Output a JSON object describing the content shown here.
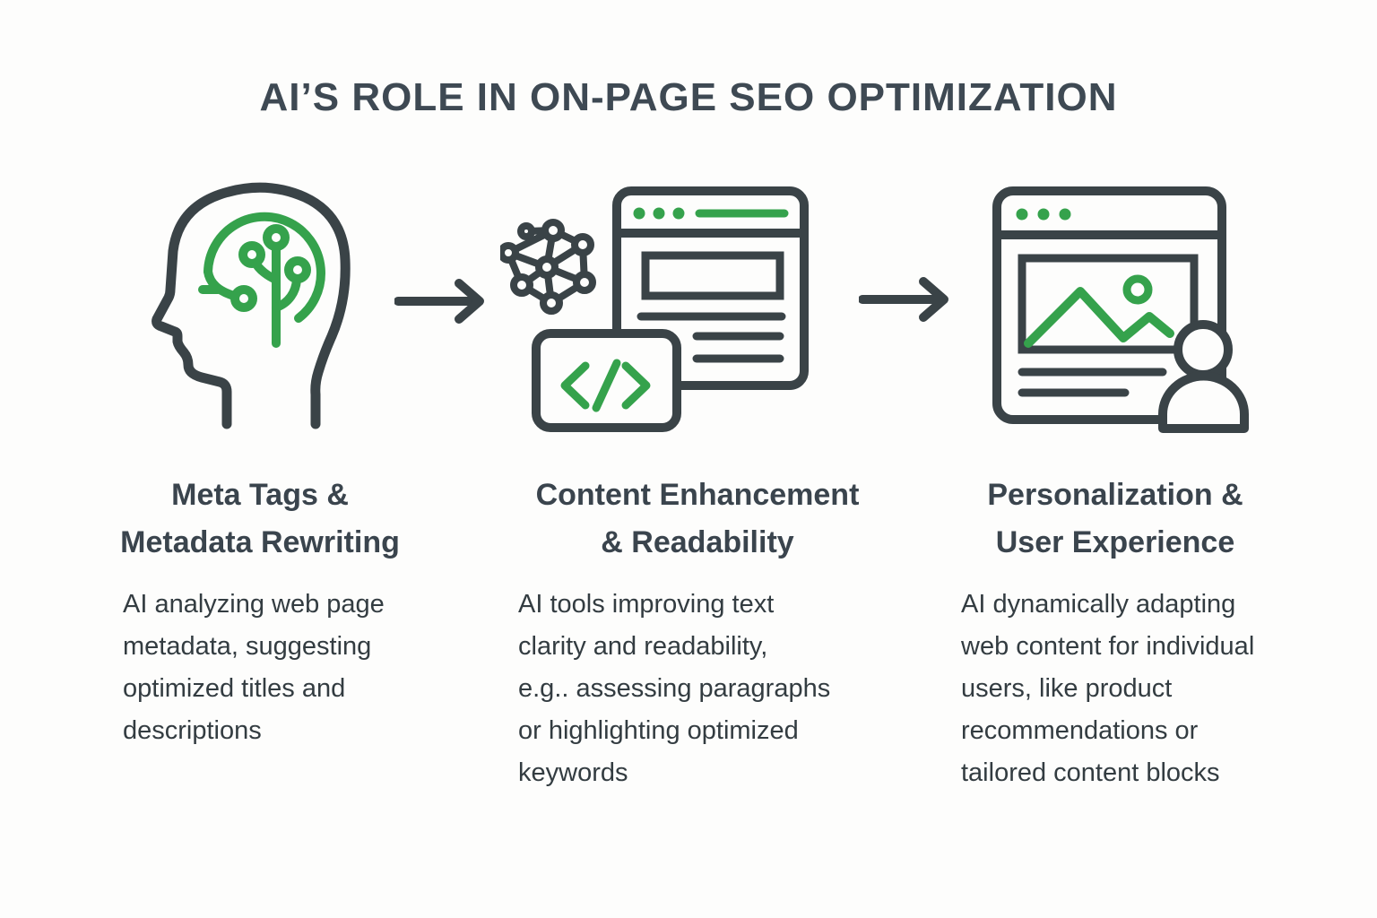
{
  "title": "AI’S ROLE IN ON-PAGE SEO OPTIMIZATION",
  "colors": {
    "green": "#35A24C",
    "dark": "#3A4347",
    "title_text": "#3E4953",
    "heading_text": "#3A444D",
    "body_text": "#333C41",
    "background": "#FDFDFC"
  },
  "columns": [
    {
      "icon": "ai-head-icon",
      "heading": "Meta Tags &\nMetadata Rewriting",
      "body": "AI analyzing web page\nmetadata, suggesting\noptimized titles and\ndescriptions"
    },
    {
      "icon": "webpage-code-icon",
      "heading": "Content Enhancement\n& Readability",
      "body": "AI tools improving text\nclarity and readability,\ne.g.. assessing paragraphs\nor highlighting optimized\nkeywords"
    },
    {
      "icon": "personalized-webpage-icon",
      "heading": "Personalization &\nUser Experience",
      "body": "AI dynamically adapting\nweb content for individual\nusers, like product\nrecommendations or\ntailored content blocks"
    }
  ],
  "arrows": [
    "right-arrow",
    "right-arrow"
  ]
}
